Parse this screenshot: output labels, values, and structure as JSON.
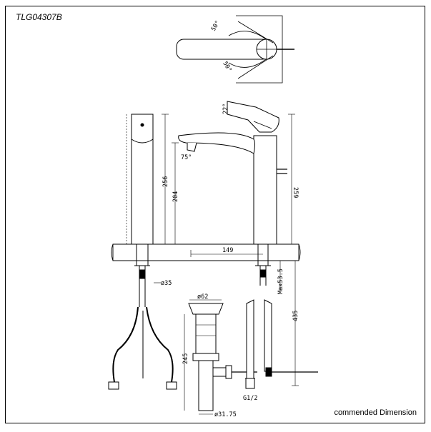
{
  "model_code": "TLG04307B",
  "caption": "commended Dimension",
  "dimensions": {
    "swivel_angle_top": "50°",
    "swivel_angle_bottom": "50°",
    "lever_angle": "22°",
    "spout_angle": "75°",
    "overall_height": "256",
    "spout_height": "204",
    "total_height": "259",
    "reach": "149",
    "max_deck": "Max53.5",
    "hole_diameter": "ø35",
    "waste_top_diameter": "ø62",
    "waste_length": "245",
    "waste_bottom_diameter": "ø31.75",
    "trap_height": "435",
    "thread": "G1/2"
  }
}
